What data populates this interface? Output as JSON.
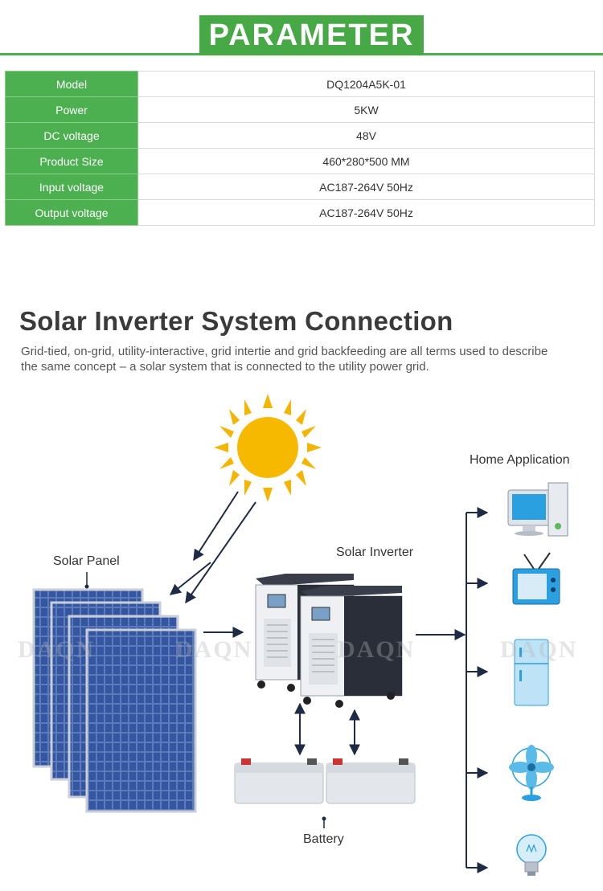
{
  "header": {
    "title": "PARAMETER"
  },
  "params": [
    {
      "label": "Model",
      "value": "DQ1204A5K-01"
    },
    {
      "label": "Power",
      "value": "5KW"
    },
    {
      "label": "DC voltage",
      "value": "48V"
    },
    {
      "label": "Product Size",
      "value": "460*280*500 MM"
    },
    {
      "label": "Input voltage",
      "value": "AC187-264V 50Hz"
    },
    {
      "label": "Output voltage",
      "value": "AC187-264V 50Hz"
    }
  ],
  "section": {
    "title": "Solar Inverter System Connection",
    "description": "Grid-tied, on-grid, utility-interactive, grid intertie and grid backfeeding are all terms used to describe the same concept – a solar system that is connected to the utility power grid."
  },
  "diagram": {
    "solar_panel_label": "Solar Panel",
    "solar_inverter_label": "Solar Inverter",
    "battery_label": "Battery",
    "home_application_label": "Home Application",
    "watermark": "DAQN",
    "colors": {
      "accent_green": "#4caf50",
      "sun": "#f7b900",
      "panel": "#2d4a9a",
      "appliance": "#2aa0e0"
    }
  }
}
